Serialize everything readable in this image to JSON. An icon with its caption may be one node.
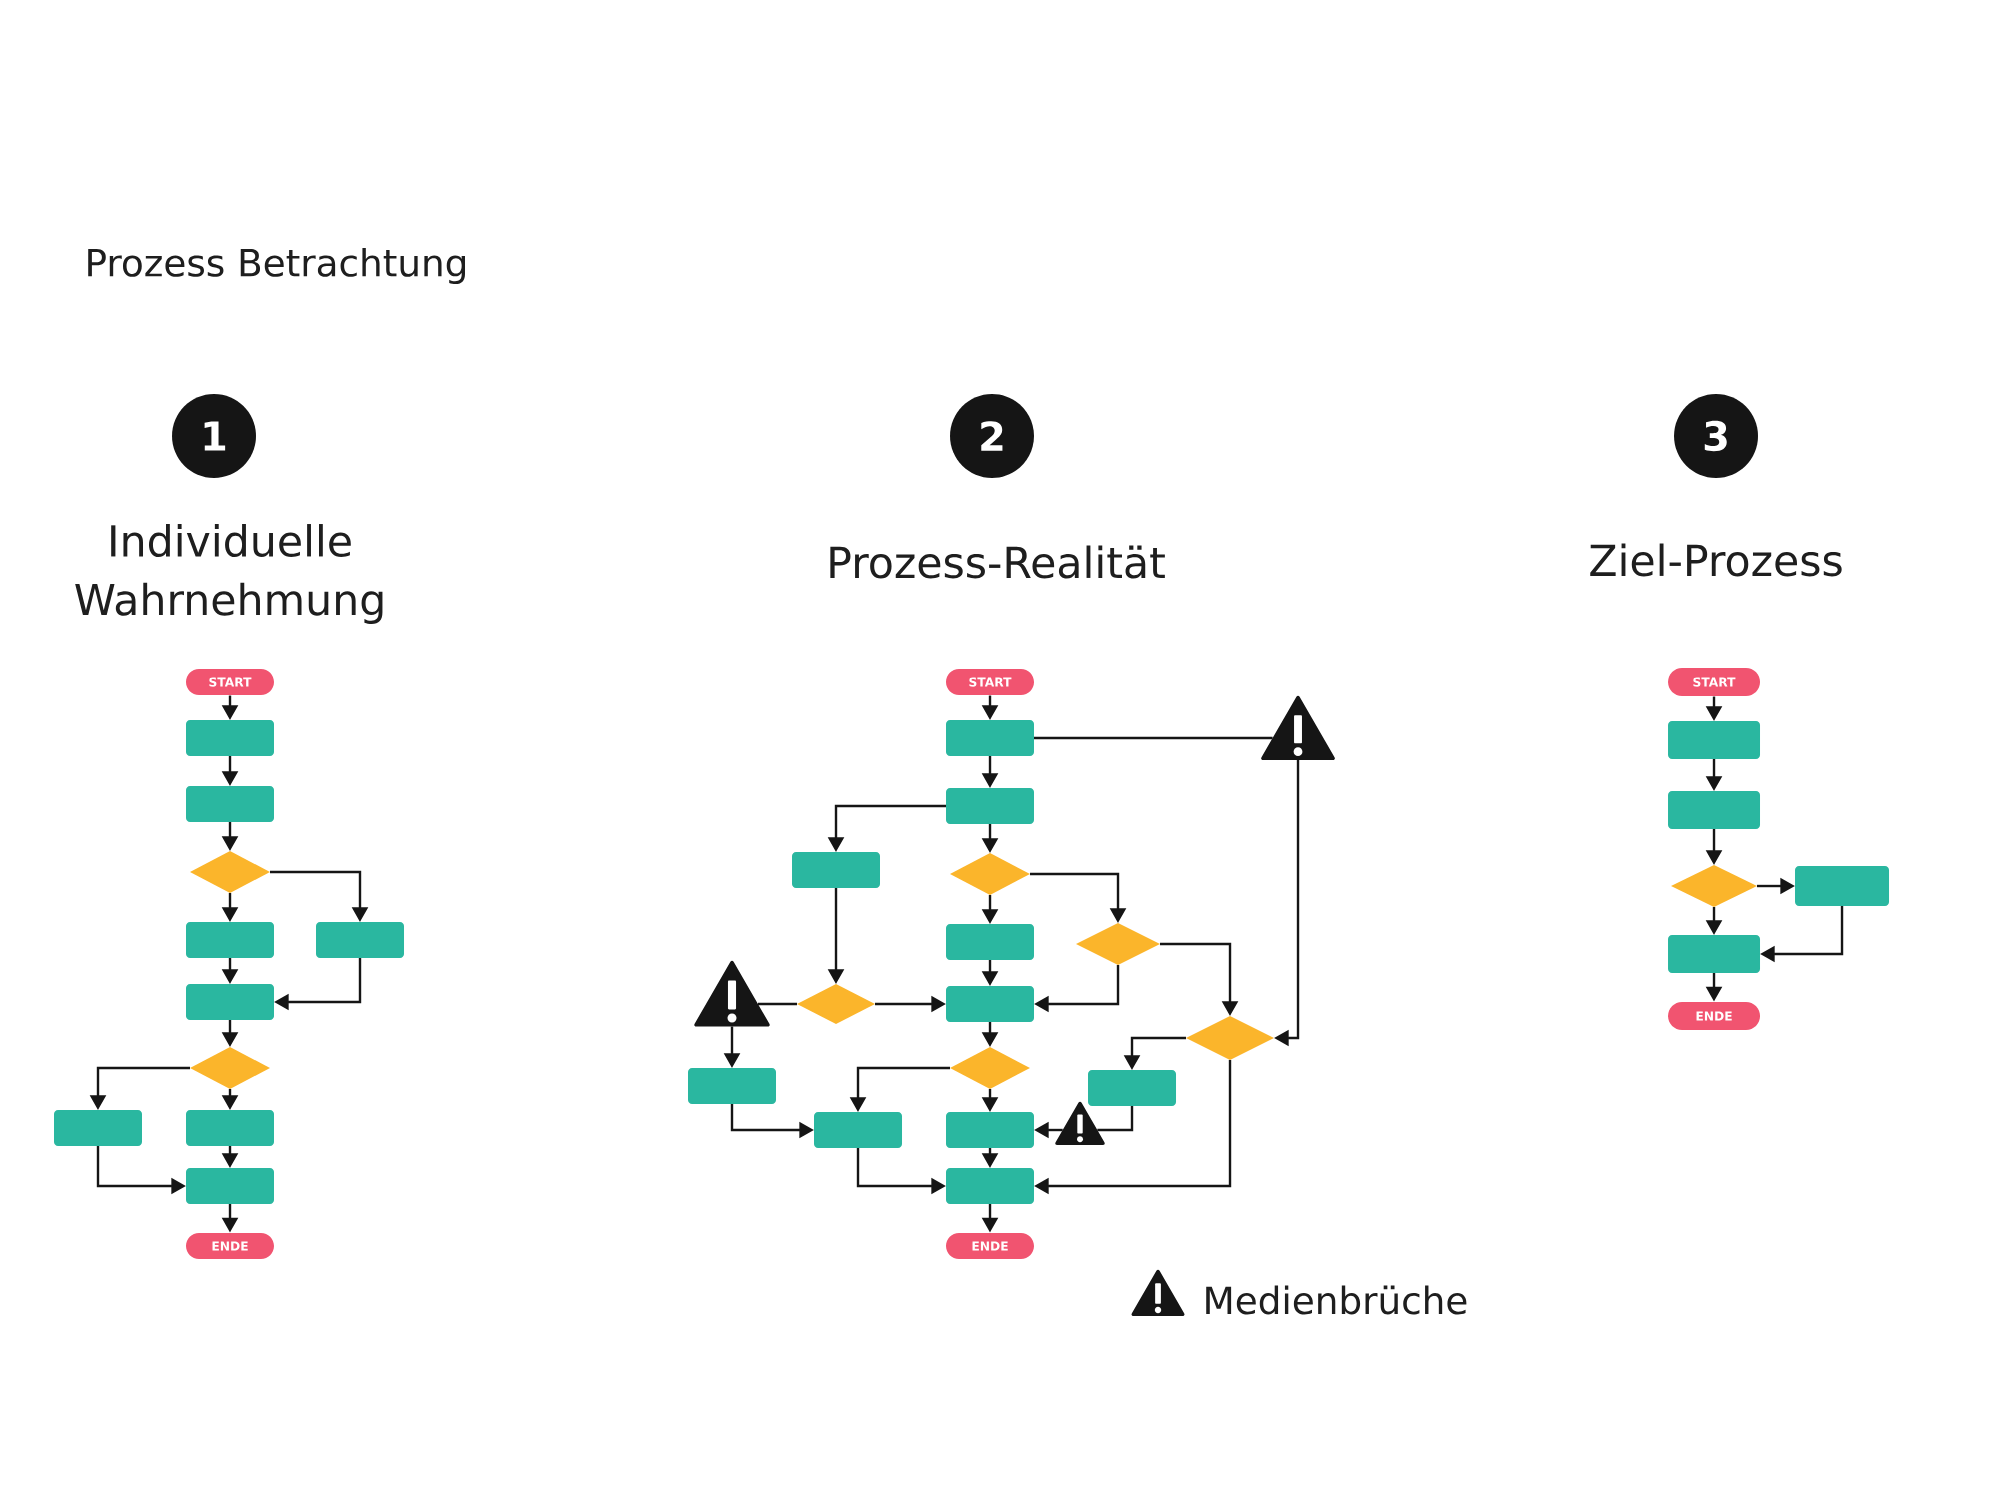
{
  "diagram": {
    "title": "Prozess Betrachtung",
    "nodes": [
      {
        "text": [
          "1"
        ],
        "beside": [
          "Individuelle Wahrnehmung"
        ]
      },
      {
        "text": [
          "2"
        ],
        "beside": [
          "Prozess-Realität"
        ]
      },
      {
        "text": [
          "3"
        ],
        "beside": [
          "Ziel-Prozess"
        ]
      },
      {
        "text": [
          "START"
        ]
      },
      {
        "text": [],
        "shape": "box"
      },
      {
        "text": [],
        "shape": "box"
      },
      {
        "text": [],
        "shape": "diamond"
      },
      {
        "text": [],
        "shape": "box"
      },
      {
        "text": [],
        "shape": "box"
      },
      {
        "text": [],
        "shape": "box"
      },
      {
        "text": [],
        "shape": "diamond"
      },
      {
        "text": [],
        "shape": "box"
      },
      {
        "text": [],
        "shape": "box"
      },
      {
        "text": [],
        "shape": "box"
      },
      {
        "text": [
          "ENDE"
        ]
      },
      {
        "text": [
          "START"
        ]
      },
      {
        "text": [],
        "shape": "box"
      },
      {
        "text": [],
        "shape": "triangle"
      },
      {
        "text": [],
        "shape": "box"
      },
      {
        "text": [],
        "shape": "box"
      },
      {
        "text": [],
        "shape": "diamond"
      },
      {
        "text": [],
        "shape": "box"
      },
      {
        "text": [],
        "shape": "diamond"
      },
      {
        "text": [],
        "shape": "triangle"
      },
      {
        "text": [],
        "shape": "diamond"
      },
      {
        "text": [],
        "shape": "box"
      },
      {
        "text": [],
        "shape": "diamond"
      },
      {
        "text": [],
        "shape": "diamond"
      },
      {
        "text": [],
        "shape": "box"
      },
      {
        "text": [],
        "shape": "box"
      },
      {
        "text": [],
        "shape": "triangle"
      },
      {
        "text": [],
        "shape": "box"
      },
      {
        "text": [],
        "shape": "box"
      },
      {
        "text": [],
        "shape": "box"
      },
      {
        "text": [
          "ENDE"
        ]
      },
      {
        "text": [
          "START"
        ]
      },
      {
        "text": [],
        "shape": "box"
      },
      {
        "text": [],
        "shape": "box"
      },
      {
        "text": [],
        "shape": "diamond"
      },
      {
        "text": [],
        "shape": "box"
      },
      {
        "text": [],
        "shape": "box"
      },
      {
        "text": [
          "ENDE"
        ]
      }
    ],
    "edges": [
      {
        "from": 3,
        "to": 4,
        "arrow": "to"
      },
      {
        "from": 4,
        "to": 5,
        "arrow": "to"
      },
      {
        "from": 5,
        "to": 6,
        "arrow": "to"
      },
      {
        "from": 6,
        "to": 7,
        "arrow": "to"
      },
      {
        "from": 6,
        "to": 8,
        "arrow": "to"
      },
      {
        "from": 7,
        "to": 9,
        "arrow": "to"
      },
      {
        "from": 8,
        "to": 9,
        "arrow": "to"
      },
      {
        "from": 9,
        "to": 10,
        "arrow": "to"
      },
      {
        "from": 10,
        "to": 12,
        "arrow": "to"
      },
      {
        "from": 10,
        "to": 11,
        "arrow": "to"
      },
      {
        "from": 11,
        "to": 13,
        "arrow": "to"
      },
      {
        "from": 12,
        "to": 13,
        "arrow": "to"
      },
      {
        "from": 13,
        "to": 14,
        "arrow": "to"
      },
      {
        "from": 15,
        "to": 16,
        "arrow": "to"
      },
      {
        "from": 16,
        "to": 17,
        "arrow": "none"
      },
      {
        "from": 17,
        "to": 26,
        "arrow": "to"
      },
      {
        "from": 16,
        "to": 18,
        "arrow": "to"
      },
      {
        "from": 18,
        "to": 19,
        "arrow": "to"
      },
      {
        "from": 18,
        "to": 20,
        "arrow": "to"
      },
      {
        "from": 20,
        "to": 21,
        "arrow": "to"
      },
      {
        "from": 20,
        "to": 22,
        "arrow": "to"
      },
      {
        "from": 22,
        "to": 25,
        "arrow": "to"
      },
      {
        "from": 22,
        "to": 26,
        "arrow": "to"
      },
      {
        "from": 19,
        "to": 24,
        "arrow": "to"
      },
      {
        "from": 24,
        "to": 25,
        "arrow": "to"
      },
      {
        "from": 24,
        "to": 23,
        "arrow": "none"
      },
      {
        "from": 23,
        "to": 28,
        "arrow": "to"
      },
      {
        "from": 21,
        "to": 25,
        "arrow": "to"
      },
      {
        "from": 25,
        "to": 27,
        "arrow": "to"
      },
      {
        "from": 27,
        "to": 32,
        "arrow": "to"
      },
      {
        "from": 27,
        "to": 31,
        "arrow": "to"
      },
      {
        "from": 28,
        "to": 31,
        "arrow": "to"
      },
      {
        "from": 31,
        "to": 33,
        "arrow": "to"
      },
      {
        "from": 26,
        "to": 29,
        "arrow": "to"
      },
      {
        "from": 29,
        "to": 30,
        "arrow": "none"
      },
      {
        "from": 30,
        "to": 32,
        "arrow": "to"
      },
      {
        "from": 26,
        "to": 33,
        "arrow": "to"
      },
      {
        "from": 32,
        "to": 33,
        "arrow": "to"
      },
      {
        "from": 33,
        "to": 34,
        "arrow": "to"
      },
      {
        "from": 35,
        "to": 36,
        "arrow": "to"
      },
      {
        "from": 36,
        "to": 37,
        "arrow": "to"
      },
      {
        "from": 37,
        "to": 38,
        "arrow": "to"
      },
      {
        "from": 38,
        "to": 39,
        "arrow": "to"
      },
      {
        "from": 38,
        "to": 40,
        "arrow": "to"
      },
      {
        "from": 39,
        "to": 40,
        "arrow": "to"
      },
      {
        "from": 40,
        "to": 41,
        "arrow": "to"
      }
    ],
    "legend": [
      {
        "text": "Medienbrüche"
      }
    ]
  }
}
